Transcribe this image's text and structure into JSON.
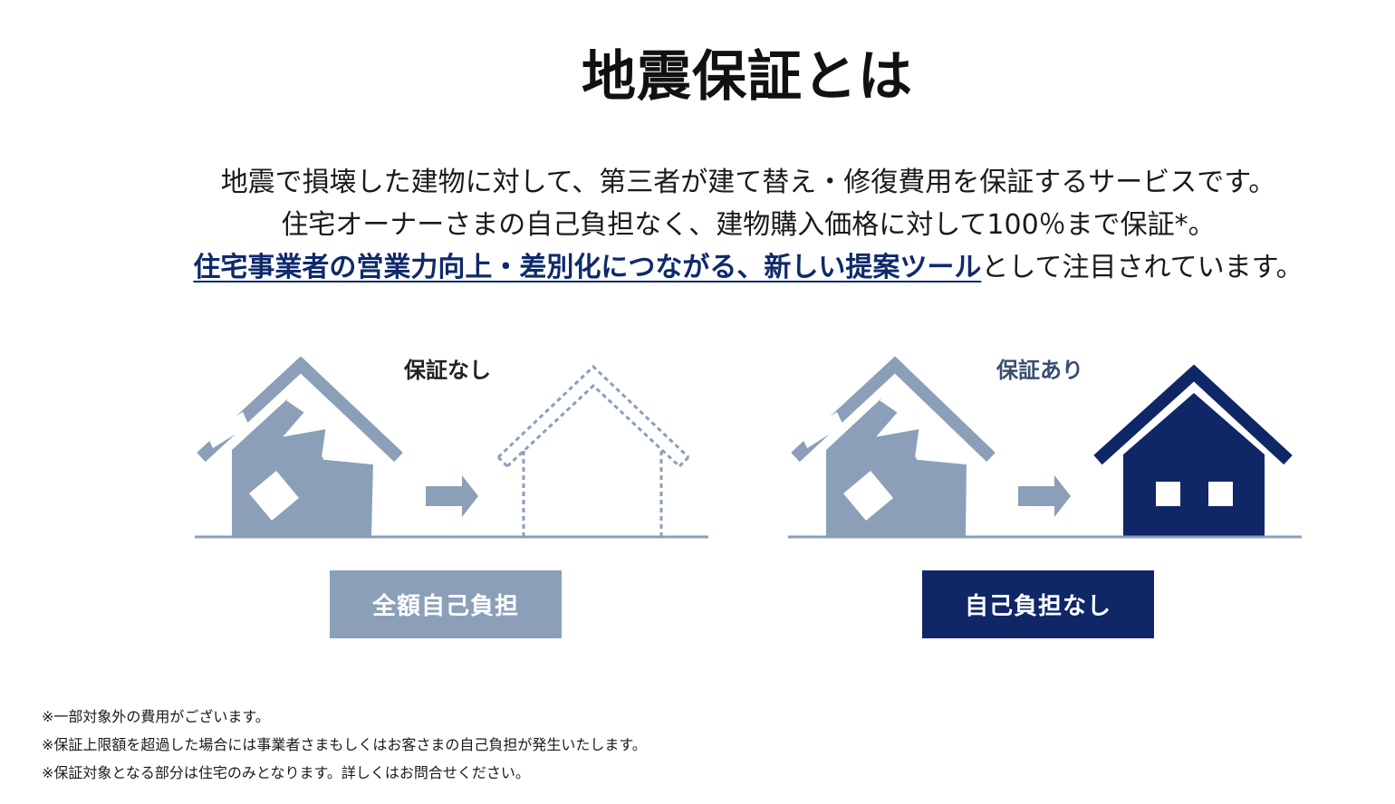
{
  "title": "地震保証とは",
  "intro": {
    "line1": "地震で損壊した建物に対して、第三者が建て替え・修復費用を保証するサービスです。",
    "line2": "住宅オーナーさまの自己負担なく、建物購入価格に対して100％まで保証*。",
    "line3_highlight": "住宅事業者の営業力向上・差別化につながる、新しい提案ツール",
    "line3_rest": "として注目されています。"
  },
  "comparison": {
    "without": {
      "label": "保証なし",
      "result": "全額自己負担"
    },
    "with": {
      "label": "保証あり",
      "result": "自己負担なし"
    }
  },
  "notes": [
    "※一部対象外の費用がございます。",
    "※保証上限額を超過した場合には事業者さまもしくはお客さまの自己負担が発生いたします。",
    "※保証対象となる部分は住宅のみとなります。詳しくはお問合せください。"
  ],
  "colors": {
    "navy": "#0f2767",
    "slate": "#8b9fb9",
    "ground": "#8b9fb9"
  }
}
